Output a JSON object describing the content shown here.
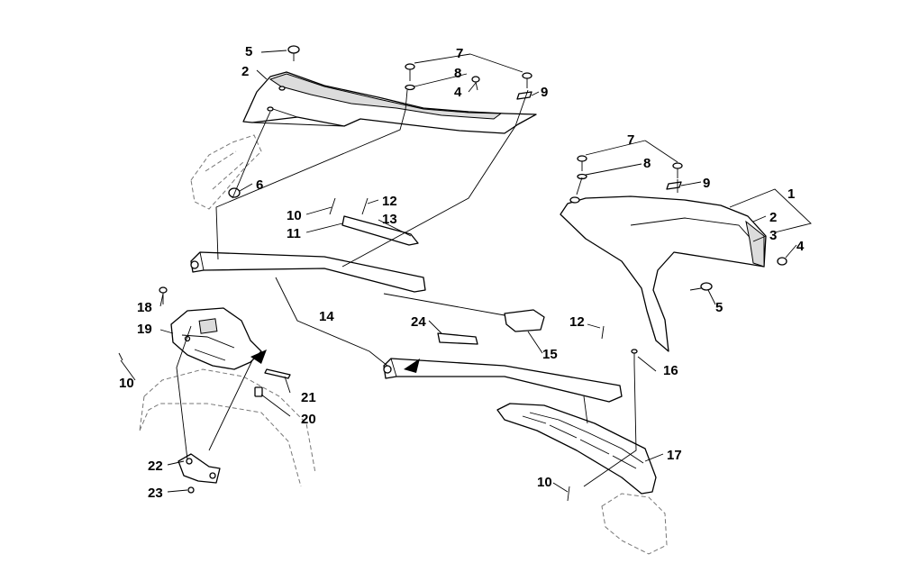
{
  "callouts": {
    "c1": "1",
    "c2a": "2",
    "c2b": "2",
    "c3": "3",
    "c4a": "4",
    "c4b": "4",
    "c5a": "5",
    "c5b": "5",
    "c6": "6",
    "c7a": "7",
    "c7b": "7",
    "c8a": "8",
    "c8b": "8",
    "c9a": "9",
    "c9b": "9",
    "c10a": "10",
    "c10b": "10",
    "c10c": "10",
    "c11": "11",
    "c12a": "12",
    "c12b": "12",
    "c13": "13",
    "c14": "14",
    "c15": "15",
    "c16": "16",
    "c17": "17",
    "c18": "18",
    "c19": "19",
    "c20": "20",
    "c21": "21",
    "c22": "22",
    "c23": "23",
    "c24": "24"
  }
}
